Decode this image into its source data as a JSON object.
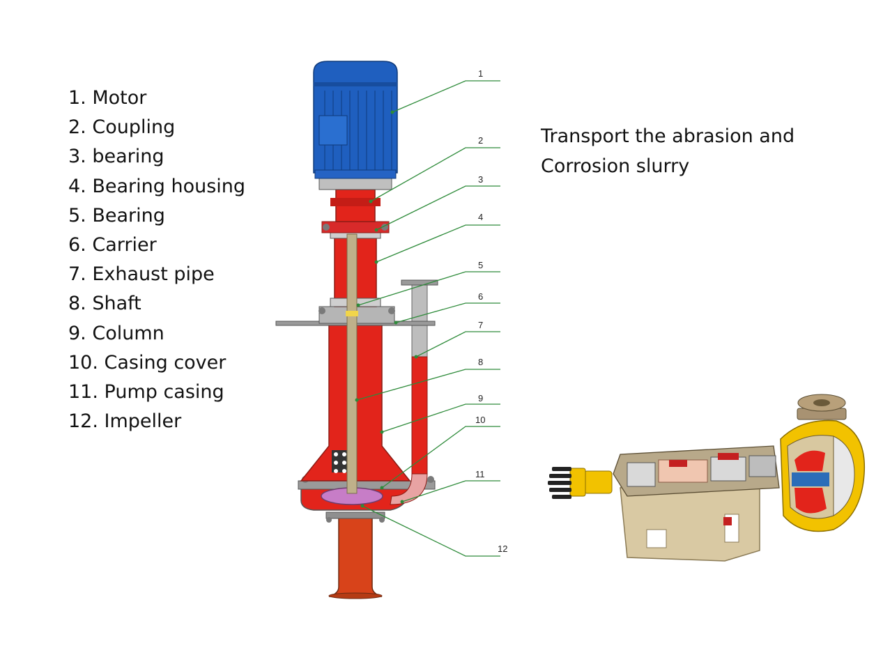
{
  "parts": [
    "1. Motor",
    "2. Coupling",
    "3. bearing",
    "4. Bearing housing",
    "5. Bearing",
    "6. Carrier",
    "7. Exhaust pipe",
    "8. Shaft",
    "9. Column",
    "10. Casing cover",
    "11. Pump casing",
    "12. Impeller"
  ],
  "description": {
    "line1": "Transport the abrasion and",
    "line2": "Corrosion slurry"
  },
  "callouts": [
    "1",
    "2",
    "3",
    "4",
    "5",
    "6",
    "7",
    "8",
    "9",
    "10",
    "11",
    "12"
  ],
  "colors": {
    "motor": "#1f5fbf",
    "pump_red": "#e2241b",
    "leader_line": "#2e8b3a",
    "shaft": "#bfb08a",
    "impeller": "#c77dc7",
    "frame": "#d9c9a3"
  }
}
